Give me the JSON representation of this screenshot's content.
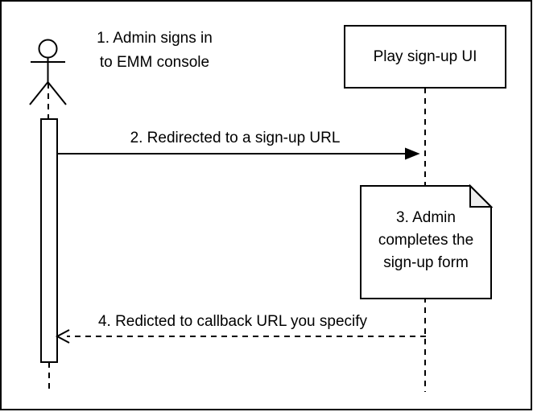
{
  "diagram": {
    "kind": "uml-sequence-diagram",
    "colors": {
      "background": "#ffffff",
      "stroke": "#000000",
      "shape_fill": "#ffffff",
      "note_fold": "#eeeeee"
    },
    "actor": {
      "annotation": {
        "lines": [
          "1. Admin signs in",
          "to EMM console"
        ]
      }
    },
    "participant": {
      "label": "Play sign-up UI"
    },
    "messages": [
      {
        "step": "2",
        "label": "2. Redirected to a sign-up URL",
        "style": "solid",
        "direction": "left-to-right"
      },
      {
        "step": "4",
        "label": "4. Redicted to callback URL you specify",
        "style": "dashed",
        "direction": "right-to-left"
      }
    ],
    "note": {
      "lines": [
        "3. Admin",
        "completes the",
        "sign-up form"
      ]
    }
  }
}
